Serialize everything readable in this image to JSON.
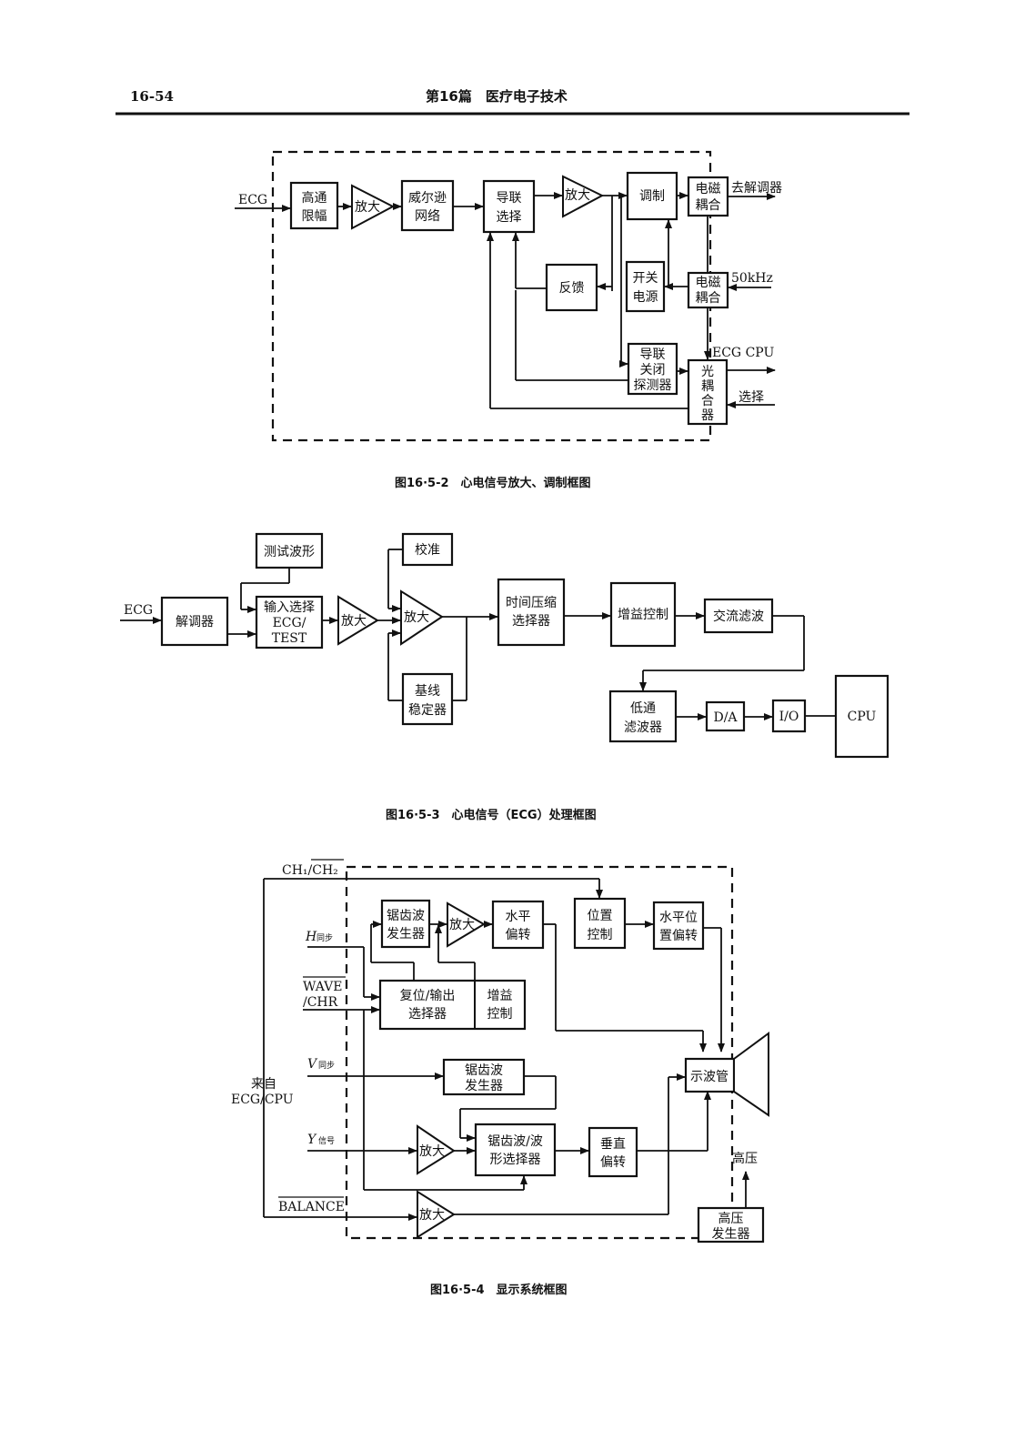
{
  "header": {
    "page_number": "16-54",
    "title": "第16篇　医疗电子技术"
  },
  "fig1": {
    "caption": "图16·5-2　心电信号放大、调制框图",
    "input": "ECG",
    "blocks": {
      "hp_limit": [
        "高通",
        "限幅"
      ],
      "amp1": "放大",
      "wilson": [
        "威尔逊",
        "网络"
      ],
      "lead_select": [
        "导联",
        "选择"
      ],
      "amp2": "放大",
      "modulate": "调制",
      "em_couple1": [
        "电磁",
        "耦合"
      ],
      "feedback": "反馈",
      "switch_power": [
        "开关",
        "电源"
      ],
      "em_couple2": [
        "电磁",
        "耦合"
      ],
      "lead_off": [
        "导联",
        "关闭",
        "探测器"
      ],
      "optocoupler": [
        "光",
        "耦",
        "合",
        "器"
      ]
    },
    "outputs": {
      "to_demod": "去解调器",
      "freq": "50kHz",
      "ecg_cpu": "ECG  CPU",
      "select": "选择"
    }
  },
  "fig2": {
    "caption": "图16·5-3　心电信号（ECG）处理框图",
    "input": "ECG",
    "blocks": {
      "test_wave": "测试波形",
      "demod": "解调器",
      "input_sel": [
        "输入选择",
        "ECG/",
        "TEST"
      ],
      "amp1": "放大",
      "calib": "校准",
      "amp2": "放大",
      "baseline": [
        "基线",
        "稳定器"
      ],
      "time_comp": [
        "时间压缩",
        "选择器"
      ],
      "gain": "增益控制",
      "ac_filter": "交流滤波",
      "lowpass": [
        "低通",
        "滤波器"
      ],
      "da": "D/A",
      "io": "I/O",
      "cpu": "CPU"
    }
  },
  "fig3": {
    "caption": "图16·5-4　显示系统框图",
    "inputs": {
      "ch": "CH₁/CH₂",
      "h_sync": "H",
      "h_sync_sub": "同步",
      "wave_chr_1": "WAVE",
      "wave_chr_2": "/CHR",
      "v_sync": "V",
      "v_sync_sub": "同步",
      "y_sig": "Y",
      "y_sig_sub": "信号",
      "balance": "BALANCE",
      "from_1": "来自",
      "from_2": "ECG/CPU"
    },
    "blocks": {
      "saw1": [
        "锯齿波",
        "发生器"
      ],
      "amp_h": "放大",
      "h_deflect": [
        "水平",
        "偏转"
      ],
      "pos_ctrl": [
        "位置",
        "控制"
      ],
      "h_pos_deflect": [
        "水平位",
        "置偏转"
      ],
      "reset_sel": [
        "复位/输出",
        "选择器"
      ],
      "gain_ctrl": [
        "增益",
        "控制"
      ],
      "saw2": [
        "锯齿波",
        "发生器"
      ],
      "amp_y": "放大",
      "saw_sel": [
        "锯齿波/波",
        "形选择器"
      ],
      "v_deflect": [
        "垂直",
        "偏转"
      ],
      "amp_b": "放大",
      "crt": "示波管",
      "hv_label": "高压",
      "hv_gen": [
        "高压",
        "发生器"
      ]
    }
  }
}
